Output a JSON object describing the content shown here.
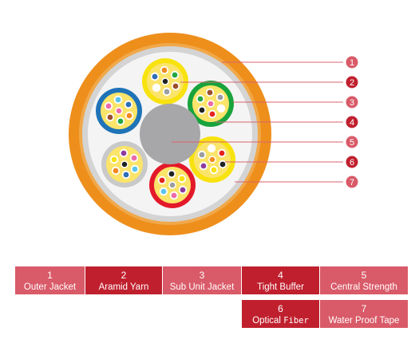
{
  "colors": {
    "outer_jacket": "#ee8f1c",
    "aramid_ring": "#d4d4d4",
    "interior": "#f4f4f4",
    "central_strength": "#a7a7a9",
    "leader_line": "#d9636f",
    "badge": "#c9383f",
    "legend_light": "#d95a68",
    "legend_dark": "#c0202e"
  },
  "callouts": [
    "1",
    "2",
    "3",
    "4",
    "5",
    "6",
    "7"
  ],
  "subunits": [
    {
      "name": "yellow",
      "jacket_color": "#f8e20f"
    },
    {
      "name": "green",
      "jacket_color": "#18a33c"
    },
    {
      "name": "yellow",
      "jacket_color": "#f8e20f"
    },
    {
      "name": "red",
      "jacket_color": "#e3192a"
    },
    {
      "name": "gray",
      "jacket_color": "#c9c9c9"
    },
    {
      "name": "blue",
      "jacket_color": "#1f73b7"
    }
  ],
  "fiber_colors": [
    "#2d6db5",
    "#f28a1e",
    "#26a843",
    "#9c4f2b",
    "#9b9da0",
    "#ffffff",
    "#e4241d",
    "#222222",
    "#f8e20f",
    "#8e3b9c",
    "#ee6aa7",
    "#5bc4ea"
  ],
  "legend": [
    {
      "num": "1",
      "label": "Outer Jacket"
    },
    {
      "num": "2",
      "label": "Aramid Yarn"
    },
    {
      "num": "3",
      "label": "Sub Unit Jacket"
    },
    {
      "num": "4",
      "label": "Tight Buffer"
    },
    {
      "num": "5",
      "label": "Central Strength"
    },
    {
      "num": "6",
      "label_a": "Optical ",
      "label_b": "Fiber"
    },
    {
      "num": "7",
      "label": "Water Proof Tape"
    }
  ]
}
